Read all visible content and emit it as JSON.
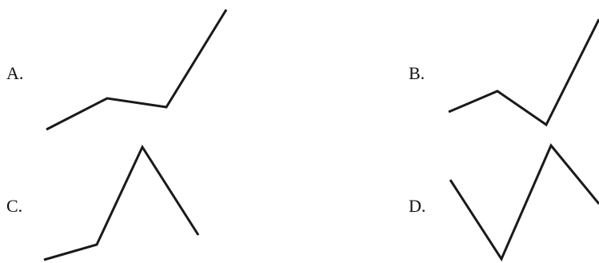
{
  "options": {
    "a": {
      "label": "A."
    },
    "b": {
      "label": "B."
    },
    "c": {
      "label": "C."
    },
    "d": {
      "label": "D."
    }
  },
  "colors": {
    "line": "#1a1a1a",
    "text": "#111111",
    "background": "#ffffff"
  }
}
